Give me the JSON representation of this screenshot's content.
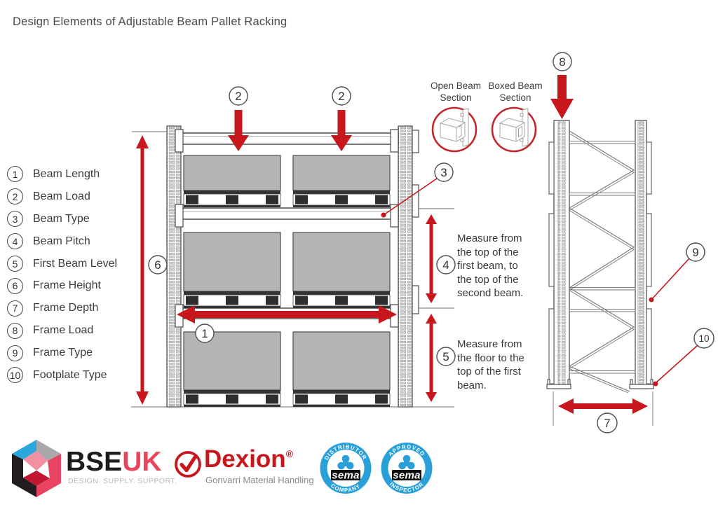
{
  "title": "Design Elements of Adjustable Beam Pallet Racking",
  "legend": {
    "items": [
      {
        "num": "1",
        "label": "Beam Length"
      },
      {
        "num": "2",
        "label": "Beam Load"
      },
      {
        "num": "3",
        "label": "Beam Type"
      },
      {
        "num": "4",
        "label": "Beam Pitch"
      },
      {
        "num": "5",
        "label": "First Beam Level"
      },
      {
        "num": "6",
        "label": "Frame Height"
      },
      {
        "num": "7",
        "label": "Frame Depth"
      },
      {
        "num": "8",
        "label": "Frame Load"
      },
      {
        "num": "9",
        "label": "Frame Type"
      },
      {
        "num": "10",
        "label": "Footplate Type"
      }
    ]
  },
  "callouts": {
    "c1": "1",
    "c2": "2",
    "c3": "3",
    "c4": "4",
    "c5": "5",
    "c6": "6",
    "c7": "7",
    "c8": "8",
    "c9": "9",
    "c10": "10"
  },
  "insets": {
    "open": "Open Beam\nSection",
    "boxed": "Boxed Beam\nSection"
  },
  "notes": {
    "beam_pitch": "Measure from\nthe top of the\nfirst beam, to\nthe top of the\nsecond beam.",
    "first_beam_level": "Measure from\nthe floor to the\ntop of the first\nbeam."
  },
  "footer": {
    "bse": {
      "name_primary": "BSE",
      "name_accent": "UK",
      "tagline": "DESIGN. SUPPLY. SUPPORT."
    },
    "dexion": {
      "name": "Dexion",
      "registered": "®",
      "tagline": "Gonvarri Material Handling"
    },
    "sema_distributor": {
      "arc_top": "DISTRIBUTOR",
      "arc_bottom": "COMPANY",
      "label": "sema"
    },
    "sema_inspector": {
      "arc_top": "APPROVED",
      "arc_bottom": "INSPECTOR",
      "label": "sema"
    }
  },
  "colors": {
    "accent_red": "#c8161d",
    "sema_blue": "#2aa0d8",
    "load_gray": "#b4b4b4"
  }
}
